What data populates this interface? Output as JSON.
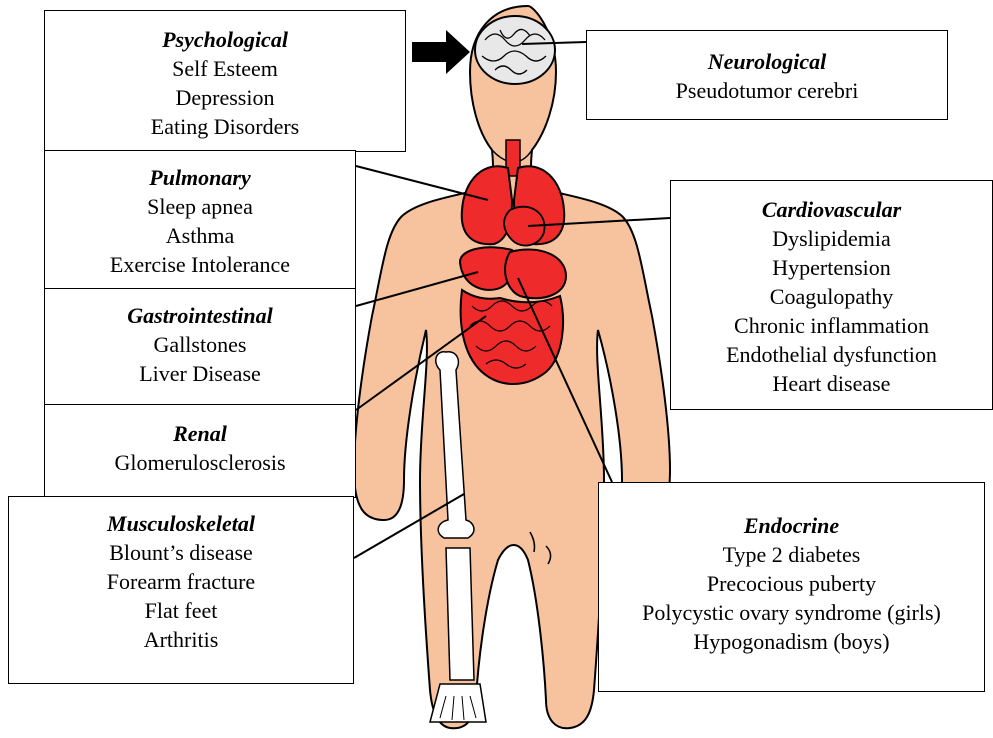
{
  "boxes": {
    "psychological": {
      "title": "Psychological",
      "items": [
        "Self Esteem",
        "Depression",
        "Eating Disorders"
      ]
    },
    "neurological": {
      "title": "Neurological",
      "items": [
        "Pseudotumor cerebri"
      ]
    },
    "pulmonary": {
      "title": "Pulmonary",
      "items": [
        "Sleep apnea",
        "Asthma",
        "Exercise Intolerance"
      ]
    },
    "cardiovascular": {
      "title": "Cardiovascular",
      "items": [
        "Dyslipidemia",
        "Hypertension",
        "Coagulopathy",
        "Chronic inflammation",
        "Endothelial dysfunction",
        "Heart disease"
      ]
    },
    "gastrointestinal": {
      "title": "Gastrointestinal",
      "items": [
        "Gallstones",
        "Liver Disease"
      ]
    },
    "renal": {
      "title": "Renal",
      "items": [
        "Glomerulosclerosis"
      ]
    },
    "musculoskeletal": {
      "title": "Musculoskeletal",
      "items": [
        "Blount’s disease",
        "Forearm fracture",
        "Flat feet",
        "Arthritis"
      ]
    },
    "endocrine": {
      "title": "Endocrine",
      "items": [
        "Type 2 diabetes",
        "Precocious puberty",
        "Polycystic ovary syndrome (girls)",
        "Hypogonadism (boys)"
      ]
    }
  },
  "colors": {
    "skin": "#F7C29E",
    "organ": "#EE2A2A",
    "outline": "#000000",
    "bone": "#FFFFFF",
    "brain": "#E8E8E8"
  }
}
